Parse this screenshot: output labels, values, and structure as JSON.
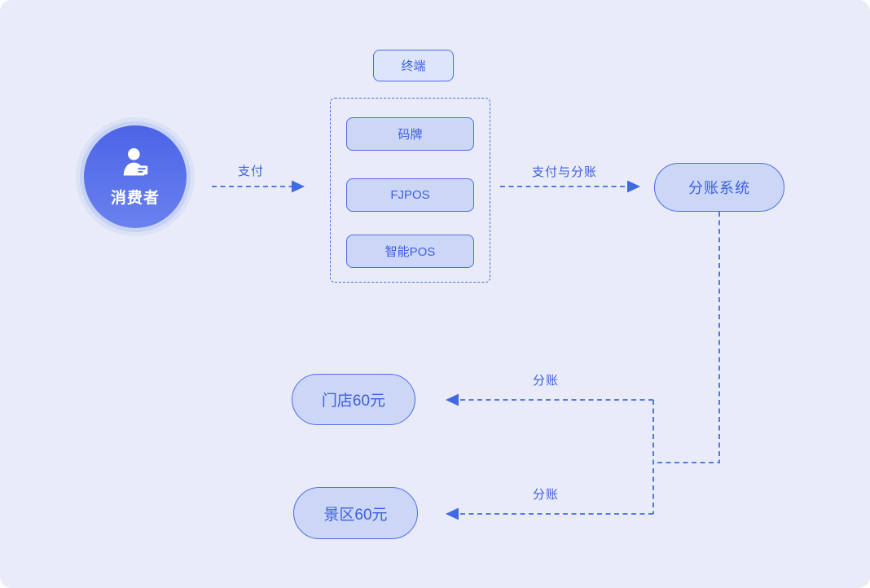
{
  "colors": {
    "page_bg": "#ffffff",
    "panel_bg": "#e9ecf8",
    "accent_text": "#3d5ee0",
    "node_border": "#4c6ce5",
    "node_fill": "#ccd7f7",
    "terminal_fill": "#dde5fa",
    "line": "#4169e1",
    "circle_top": "#4b64e6",
    "circle_bottom": "#6a81ee",
    "circle_halo": "#c7d2f4"
  },
  "nodes": {
    "consumer": {
      "label": "消费者",
      "icon": "person-id-card-icon"
    },
    "terminal": {
      "title": "终端",
      "items": [
        {
          "label": "码牌"
        },
        {
          "label": "FJPOS"
        },
        {
          "label": "智能POS"
        }
      ]
    },
    "split_system": {
      "label": "分账系统"
    },
    "store": {
      "label": "门店60元"
    },
    "scenic": {
      "label": "景区60元"
    }
  },
  "edges": {
    "pay": {
      "label": "支付",
      "from": "consumer",
      "to": "terminal"
    },
    "pay_and_split": {
      "label": "支付与分账",
      "from": "terminal",
      "to": "split_system"
    },
    "split_to_store": {
      "label": "分账",
      "from": "split_system",
      "to": "store"
    },
    "split_to_scenic": {
      "label": "分账",
      "from": "split_system",
      "to": "scenic"
    }
  }
}
